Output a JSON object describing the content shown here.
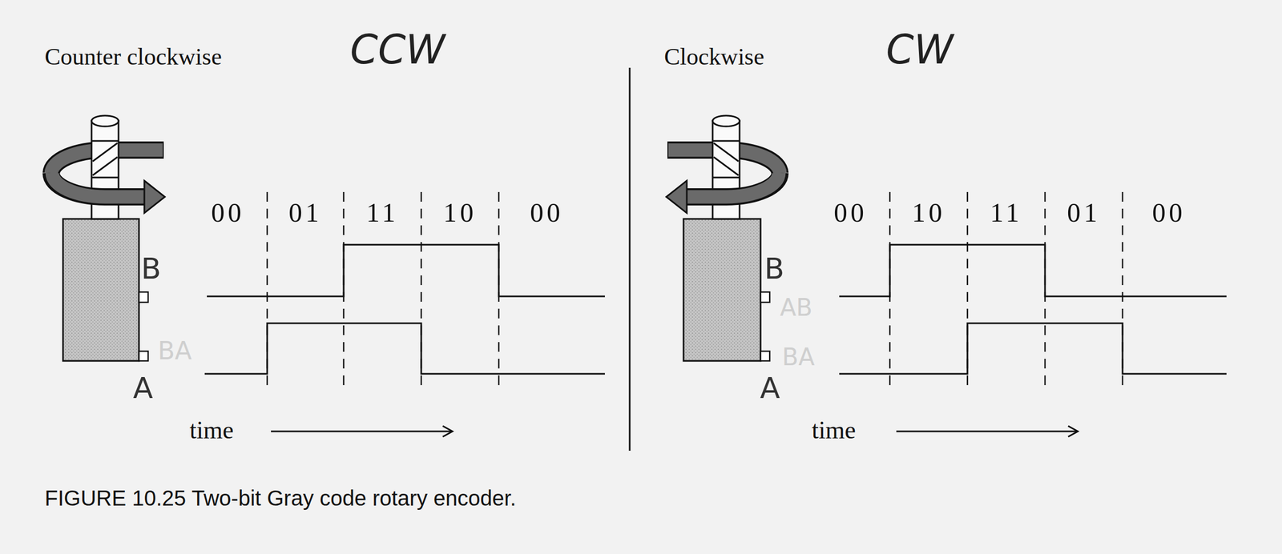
{
  "diagram": {
    "caption": "FIGURE 10.25 Two-bit Gray code rotary encoder.",
    "labels": [
      "Counter clockwise",
      "CCW",
      "Clockwise",
      "CW",
      "00",
      "01",
      "11",
      "10",
      "00",
      "00",
      "10",
      "11",
      "01",
      "00",
      "B",
      "BA",
      "A",
      "B",
      "AB",
      "BA",
      "A",
      "time",
      "time"
    ]
  }
}
